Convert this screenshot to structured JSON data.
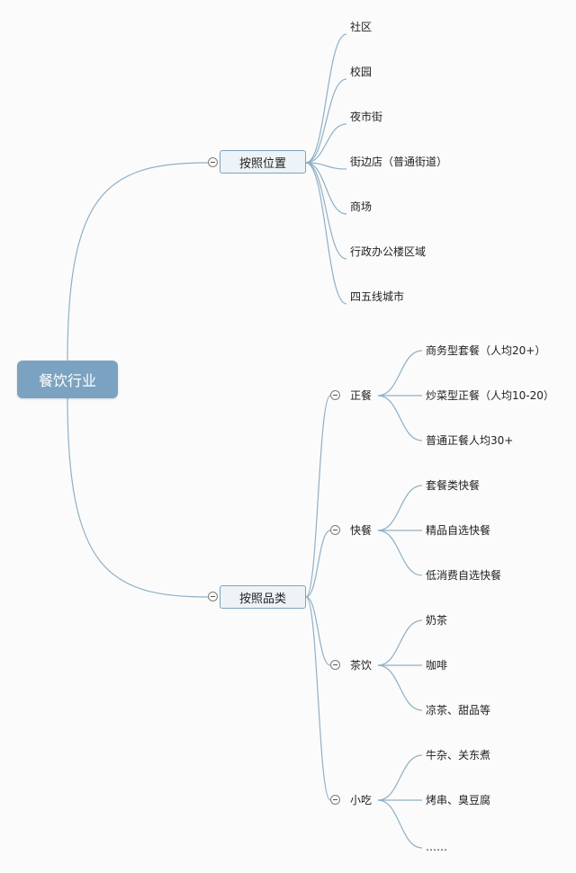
{
  "root": {
    "label": "餐饮行业"
  },
  "location": {
    "label": "按照位置",
    "items": [
      "社区",
      "校园",
      "夜市街",
      "街边店（普通街道）",
      "商场",
      "行政办公楼区域",
      "四五线城市"
    ]
  },
  "category": {
    "label": "按照品类",
    "groups": [
      {
        "label": "正餐",
        "items": [
          "商务型套餐（人均20+）",
          "炒菜型正餐（人均10-20）",
          "普通正餐人均30+"
        ]
      },
      {
        "label": "快餐",
        "items": [
          "套餐类快餐",
          "精品自选快餐",
          "低消费自选快餐"
        ]
      },
      {
        "label": "茶饮",
        "items": [
          "奶茶",
          "咖啡",
          "凉茶、甜品等"
        ]
      },
      {
        "label": "小吃",
        "items": [
          "牛杂、关东煮",
          "烤串、臭豆腐",
          "……"
        ]
      }
    ]
  },
  "colors": {
    "root_fill": "#7ba3c1",
    "branch_fill": "#edf3f7",
    "line": "#8fb0c6"
  }
}
